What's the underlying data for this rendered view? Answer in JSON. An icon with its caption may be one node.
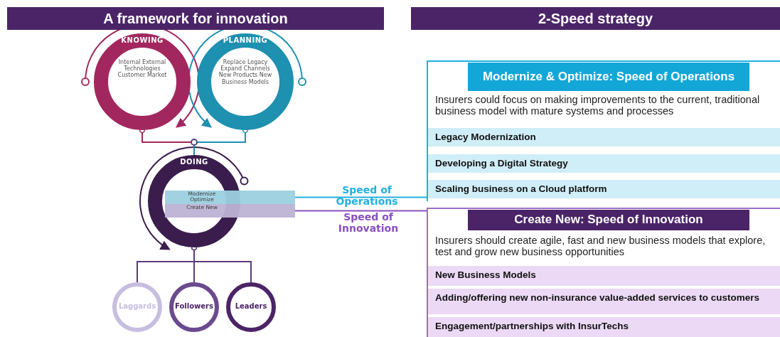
{
  "diagram": {
    "nodes": [
      {
        "text": [
          "A framework for innovation"
        ]
      },
      {
        "text": [
          "2-Speed strategy"
        ]
      },
      {
        "text": [
          "KNOWING",
          "Internal External Technologies Customer Market"
        ]
      },
      {
        "text": [
          "PLANNING",
          "Replace Legacy Expand Channels New Products New Business Models"
        ]
      },
      {
        "text": [
          "DOING"
        ]
      },
      {
        "text": [
          "Modernize Optimize"
        ]
      },
      {
        "text": [
          "Create New"
        ]
      },
      {
        "text": [
          "Laggards"
        ]
      },
      {
        "text": [
          "Followers"
        ]
      },
      {
        "text": [
          "Leaders"
        ]
      },
      {
        "text": [
          "Modernize & Optimize: Speed of Operations",
          "Insurers could focus on making improvements to the current, traditional business model with mature systems and processes"
        ]
      },
      {
        "text": [
          "Legacy Modernization"
        ],
        "in": 10
      },
      {
        "text": [
          "Developing a Digital Strategy"
        ],
        "in": 10
      },
      {
        "text": [
          "Scaling business on a Cloud platform"
        ],
        "in": 10
      },
      {
        "text": [
          "Create New: Speed of Innovation",
          "Insurers should create agile, fast and new business models that explore, test and grow new business opportunities"
        ]
      },
      {
        "text": [
          "New Business Models"
        ],
        "in": 14
      },
      {
        "text": [
          "Adding/offering new non-insurance value-added services to customers"
        ],
        "in": 14
      },
      {
        "text": [
          "Engagement/partnerships with InsurTechs"
        ],
        "in": 14
      }
    ],
    "edges": [
      {
        "from": 2,
        "to": 4,
        "arrow": "other",
        "color": "#a3275f"
      },
      {
        "from": 3,
        "to": 4,
        "arrow": "other",
        "color": "#1e90b0"
      },
      {
        "from": 4,
        "to": 7,
        "arrow": "other"
      },
      {
        "from": 4,
        "to": 8,
        "arrow": "other"
      },
      {
        "from": 4,
        "to": 9,
        "arrow": "other"
      },
      {
        "from": 5,
        "to": 10,
        "arrow": "none",
        "label": "Speed of Operations",
        "color": "#22b0e0"
      },
      {
        "from": 6,
        "to": 14,
        "arrow": "none",
        "label": "Speed of Innovation",
        "color": "#8a4fbf"
      }
    ]
  }
}
